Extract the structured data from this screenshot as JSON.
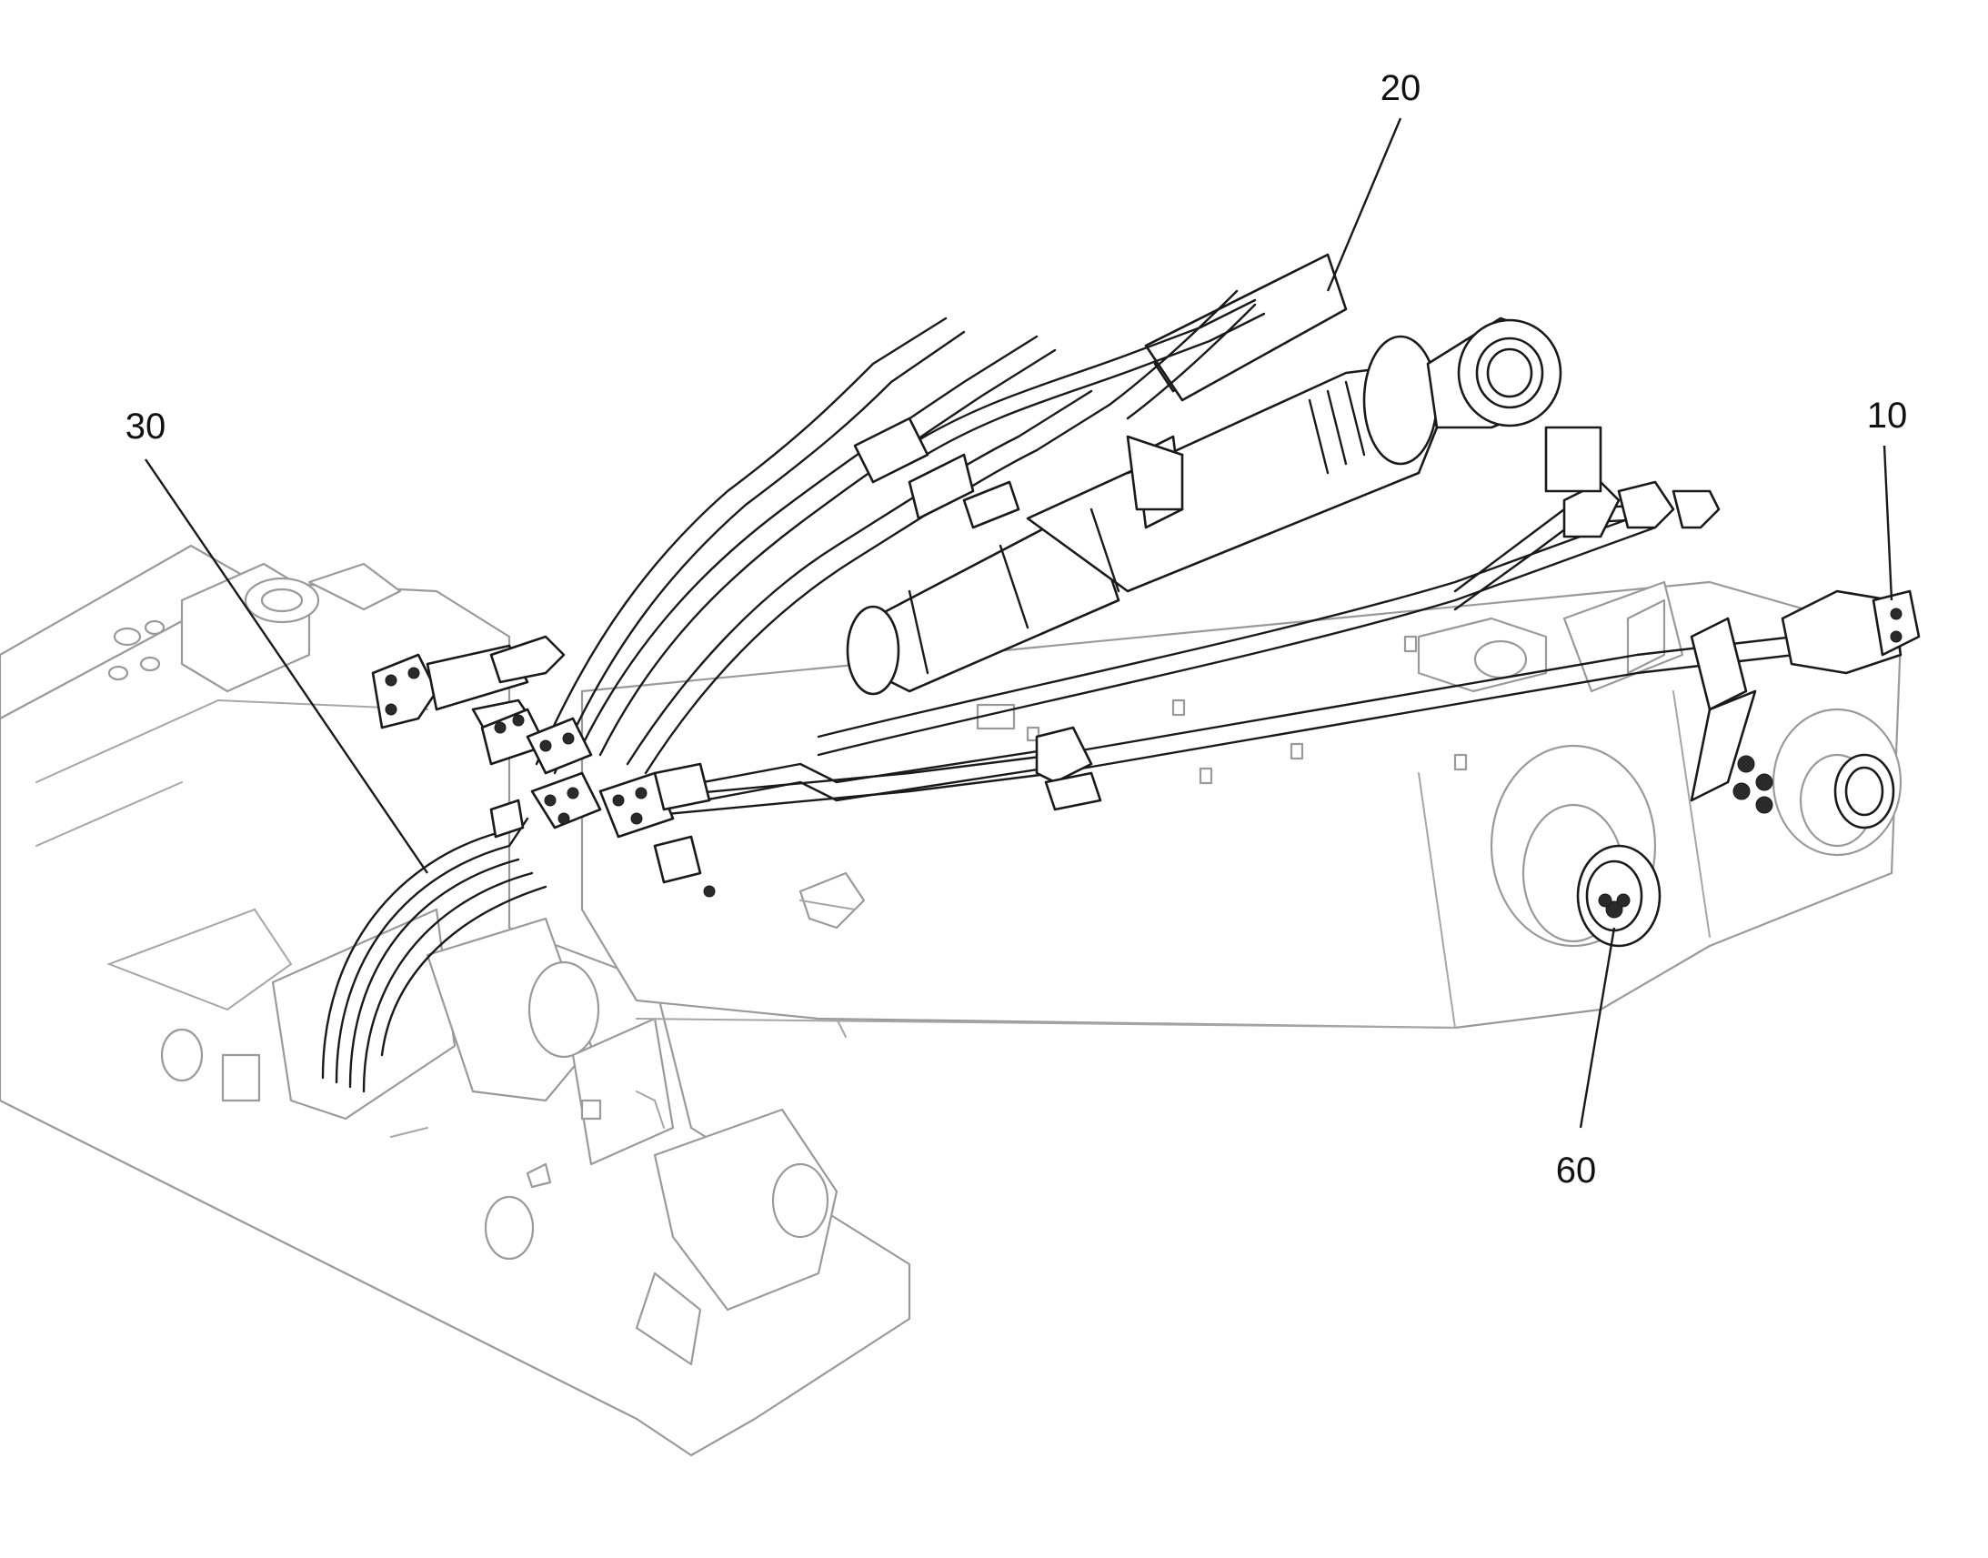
{
  "callouts": [
    {
      "id": "c10",
      "label": "10"
    },
    {
      "id": "c20",
      "label": "20"
    },
    {
      "id": "c30",
      "label": "30"
    },
    {
      "id": "c60",
      "label": "60"
    }
  ]
}
